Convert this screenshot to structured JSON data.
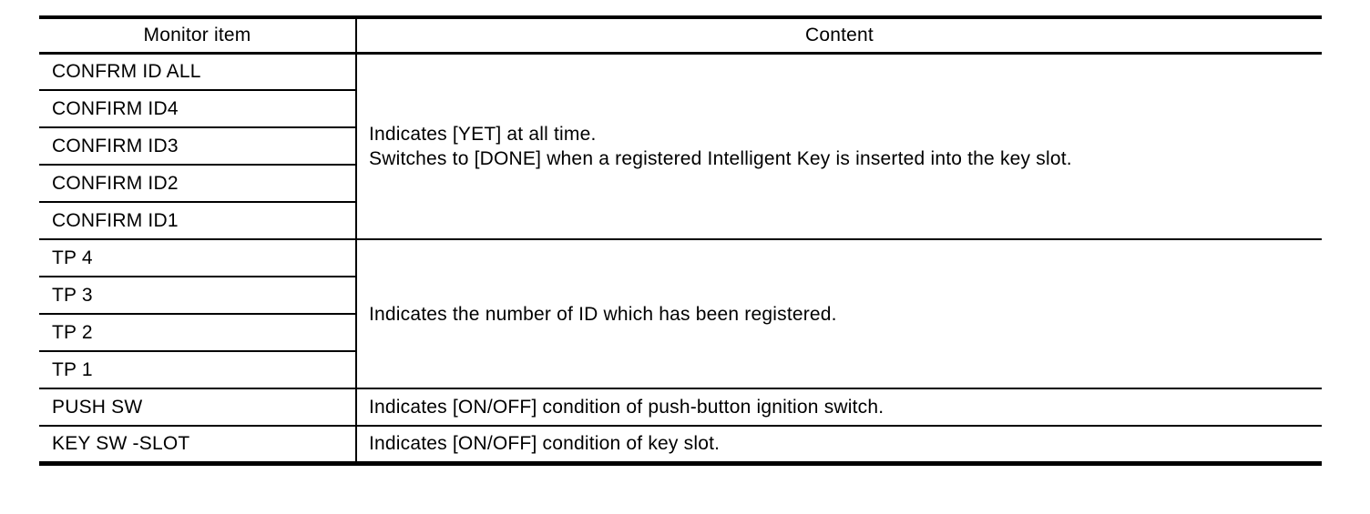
{
  "page": {
    "background_color": "#ffffff",
    "text_color": "#000000",
    "border_color": "#000000"
  },
  "table": {
    "columns": [
      {
        "label": "Monitor item"
      },
      {
        "label": "Content"
      }
    ],
    "groups": [
      {
        "items": [
          "CONFRM ID ALL",
          "CONFIRM ID4",
          "CONFIRM ID3",
          "CONFIRM ID2",
          "CONFIRM ID1"
        ],
        "content_lines": [
          "Indicates [YET] at all time.",
          "Switches to [DONE] when a registered Intelligent Key is inserted into the key slot."
        ]
      },
      {
        "items": [
          "TP 4",
          "TP 3",
          "TP 2",
          "TP 1"
        ],
        "content_lines": [
          "Indicates the number of ID which has been registered."
        ]
      },
      {
        "items": [
          "PUSH SW"
        ],
        "content_lines": [
          "Indicates [ON/OFF] condition of push-button ignition switch."
        ]
      },
      {
        "items": [
          "KEY SW -SLOT"
        ],
        "content_lines": [
          "Indicates [ON/OFF] condition of key slot."
        ]
      }
    ]
  }
}
